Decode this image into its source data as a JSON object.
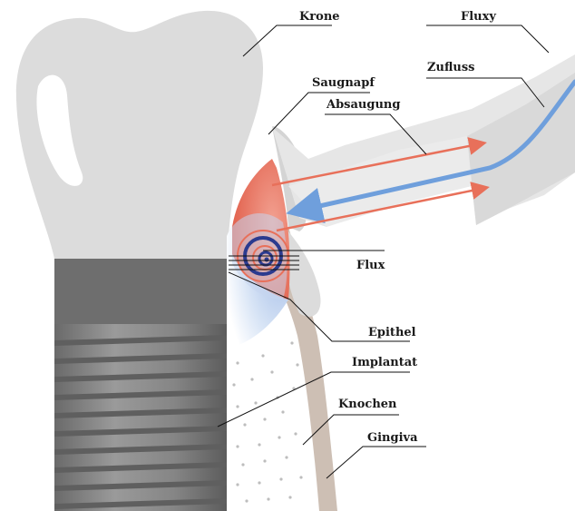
{
  "labels": {
    "krone": "Krone",
    "fluxy": "Fluxy",
    "zufluss": "Zufluss",
    "saugnapf": "Saugnapf",
    "absaugung": "Absaugung",
    "flux": "Flux",
    "epithel": "Epithel",
    "implantat": "Implantat",
    "knochen": "Knochen",
    "gingiva": "Gingiva"
  },
  "colors": {
    "crown": "#dcdcdc",
    "device": "#e6e6e6",
    "implant": "#7f7f7f",
    "inflow": "#6f9fdc",
    "suction": "#e8705a",
    "flux_spiral": "#2b3b8f",
    "gingiva": "#cdbfb4",
    "bone_dots": "#bdbdbd"
  }
}
